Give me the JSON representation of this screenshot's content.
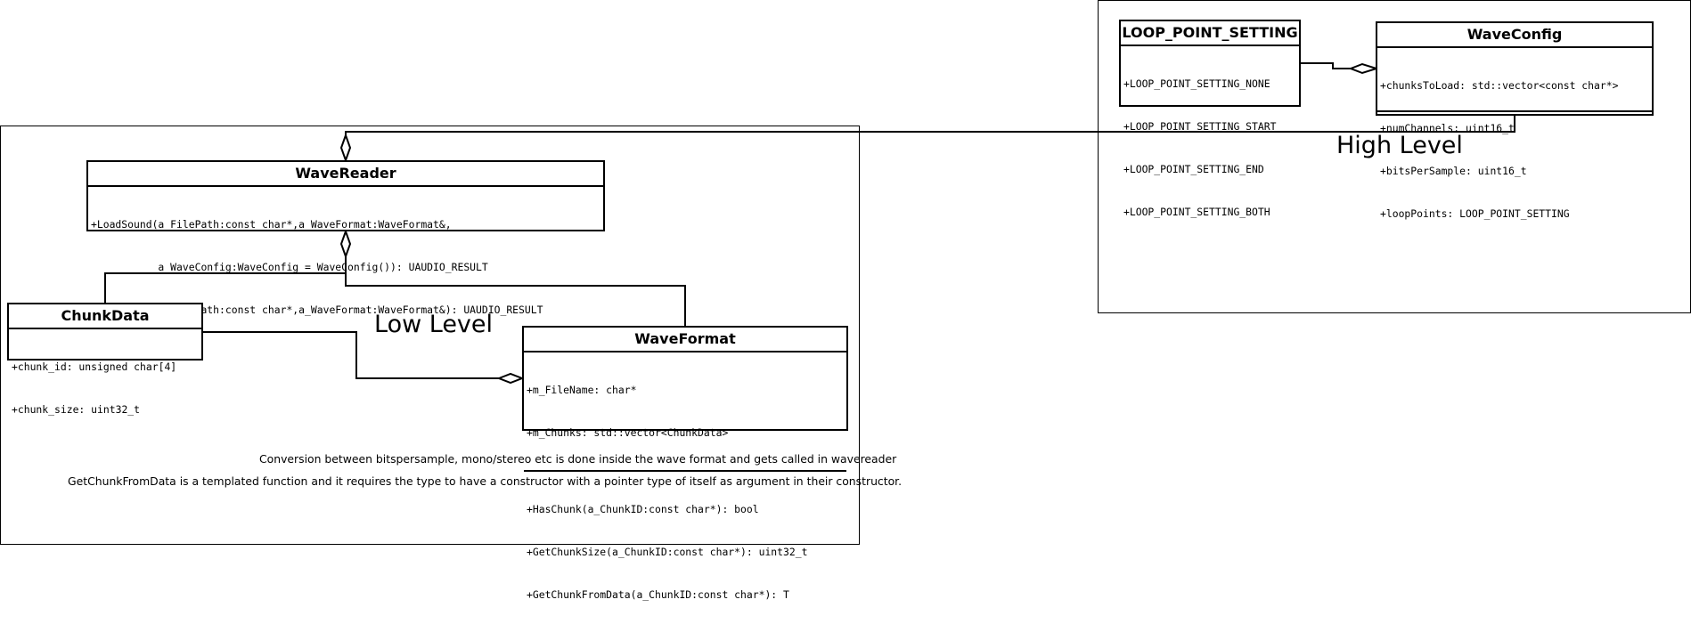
{
  "packages": {
    "low_level": {
      "label": "Low Level"
    },
    "high_level": {
      "label": "High Level"
    }
  },
  "classes": {
    "wave_reader": {
      "name": "WaveReader",
      "methods": [
        "+LoadSound(a_FilePath:const char*,a_WaveFormat:WaveFormat&,",
        "           a_WaveConfig:WaveConfig = WaveConfig()): UAUDIO_RESULT",
        "+SaveSound(a_FilePath:const char*,a_WaveFormat:WaveFormat&): UAUDIO_RESULT"
      ]
    },
    "chunk_data": {
      "name": "ChunkData",
      "attributes": [
        "+chunk_id: unsigned char[4]",
        "+chunk_size: uint32_t"
      ]
    },
    "wave_format": {
      "name": "WaveFormat",
      "attributes": [
        "+m_FileName: char*",
        "+m_Chunks: std::vector<ChunkData>"
      ],
      "methods": [
        "+HasChunk(a_ChunkID:const char*): bool",
        "+GetChunkSize(a_ChunkID:const char*): uint32_t",
        "+GetChunkFromData(a_ChunkID:const char*): T"
      ]
    },
    "loop_point_setting": {
      "name": "LOOP_POINT_SETTING",
      "values": [
        "+LOOP_POINT_SETTING_NONE",
        "+LOOP_POINT_SETTING_START",
        "+LOOP_POINT_SETTING_END",
        "+LOOP_POINT_SETTING_BOTH"
      ]
    },
    "wave_config": {
      "name": "WaveConfig",
      "attributes": [
        "+chunksToLoad: std::vector<const char*>",
        "+numChannels: uint16_t",
        "+bitsPerSample: uint16_t",
        "+loopPoints: LOOP_POINT_SETTING"
      ]
    }
  },
  "notes": {
    "conversion": "Conversion between bitspersample, mono/stereo etc is done inside the wave format and gets called in wavereader",
    "templated": "GetChunkFromData is a templated function and it requires the type to have a constructor with a pointer type of itself as argument in their constructor."
  }
}
